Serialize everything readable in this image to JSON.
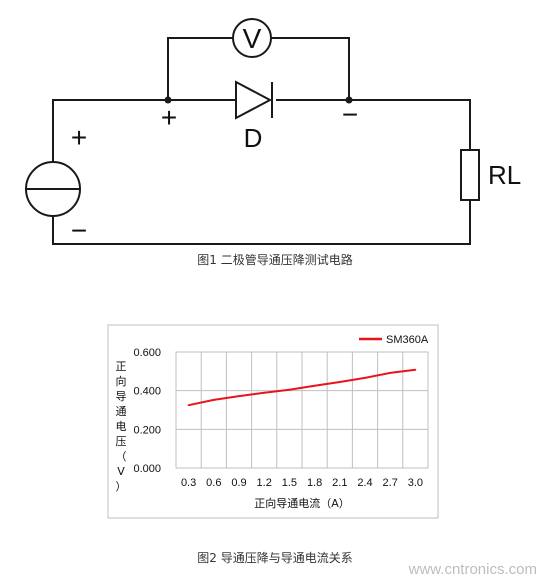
{
  "figure1": {
    "caption": "图1 二极管导通压降测试电路",
    "voltmeter_label": "V",
    "diode_label": "D",
    "load_label": "RL",
    "source_plus": "+",
    "source_minus": "−",
    "diode_plus": "+",
    "diode_minus": "−"
  },
  "figure2": {
    "caption": "图2 导通压降与导通电流关系"
  },
  "watermark": "www.cntronics.com",
  "colors": {
    "series": "#e8141b",
    "grid": "#bfbfbf",
    "line": "#000000"
  },
  "chart_data": {
    "type": "line",
    "x": [
      0.3,
      0.6,
      0.9,
      1.2,
      1.5,
      1.8,
      2.1,
      2.4,
      2.7,
      3.0
    ],
    "x_tick_labels": [
      "0.3",
      "0.6",
      "0.9",
      "1.2",
      "1.5",
      "1.8",
      "2.1",
      "2.4",
      "2.7",
      "3.0"
    ],
    "series": [
      {
        "name": "SM360A",
        "values": [
          0.325,
          0.352,
          0.372,
          0.389,
          0.405,
          0.425,
          0.445,
          0.466,
          0.492,
          0.508
        ]
      }
    ],
    "ylim": [
      0,
      0.6
    ],
    "y_ticks": [
      0,
      0.2,
      0.4,
      0.6
    ],
    "y_tick_labels": [
      "0.000",
      "0.200",
      "0.400",
      "0.600"
    ],
    "xlabel": "正向导通电流（A）",
    "ylabel_chars": [
      "正",
      "向",
      "导",
      "通",
      "电",
      "压",
      "（",
      "V",
      "）"
    ],
    "grid": true,
    "legend": "top-right"
  }
}
